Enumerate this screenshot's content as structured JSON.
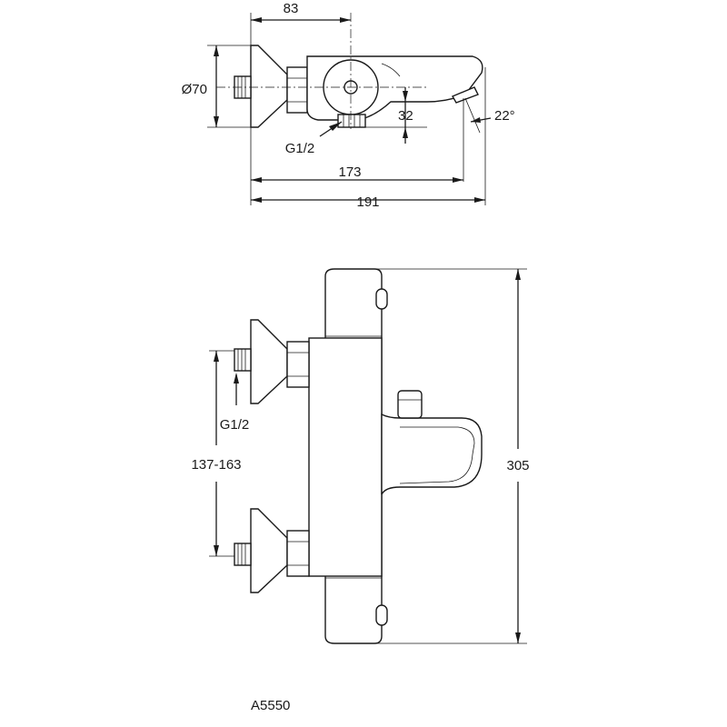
{
  "top_view": {
    "dim_83": "83",
    "dim_d70": "Ø70",
    "dim_32": "32",
    "dim_angle": "22°",
    "thread_label": "G1/2",
    "dim_173": "173",
    "dim_191": "191"
  },
  "front_view": {
    "thread_label": "G1/2",
    "dim_range": "137-163",
    "dim_305": "305"
  },
  "model_code": "A5550"
}
